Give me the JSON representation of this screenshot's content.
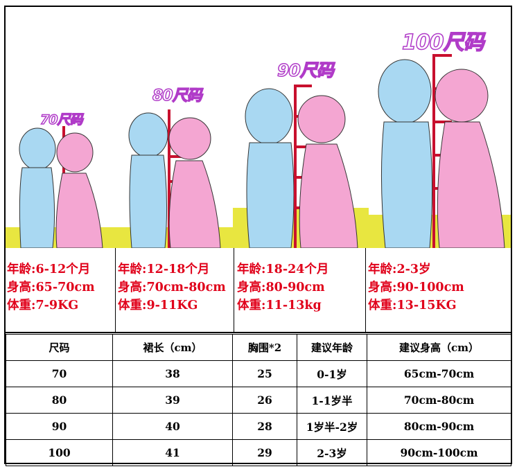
{
  "panels": [
    {
      "size_label": "70尺码",
      "age": "年龄:6-12个月",
      "height": "身高:65-70cm",
      "weight": "体重:7-9KG"
    },
    {
      "size_label": "80尺码",
      "age": "年龄:12-18个月",
      "height": "身高:70cm-80cm",
      "weight": "体重:9-11KG"
    },
    {
      "size_label": "90尺码",
      "age": "年龄:18-24个月",
      "height": "身高:80-90cm",
      "weight": "体重:11-13kg"
    },
    {
      "size_label": "100尺码",
      "age": "年龄:2-3岁",
      "height": "身高:90-100cm",
      "weight": "体重:13-15KG"
    }
  ],
  "table": {
    "headers": [
      "尺码",
      "裙长（cm）",
      "胸围*2",
      "建议年龄",
      "建议身高（cm）"
    ],
    "rows": [
      [
        "70",
        "38",
        "25",
        "0-1岁",
        "65cm-70cm"
      ],
      [
        "80",
        "39",
        "26",
        "1-1岁半",
        "70cm-80cm"
      ],
      [
        "90",
        "40",
        "28",
        "1岁半-2岁",
        "80cm-90cm"
      ],
      [
        "100",
        "41",
        "29",
        "2-3岁",
        "90cm-100cm"
      ]
    ]
  },
  "colors": {
    "info_text": "#e0001a",
    "boy": "#a9d8f2",
    "girl": "#f4a6d2",
    "ruler": "#c8102e",
    "ground": "#e8e640",
    "label_outline": "#b03bc8"
  }
}
